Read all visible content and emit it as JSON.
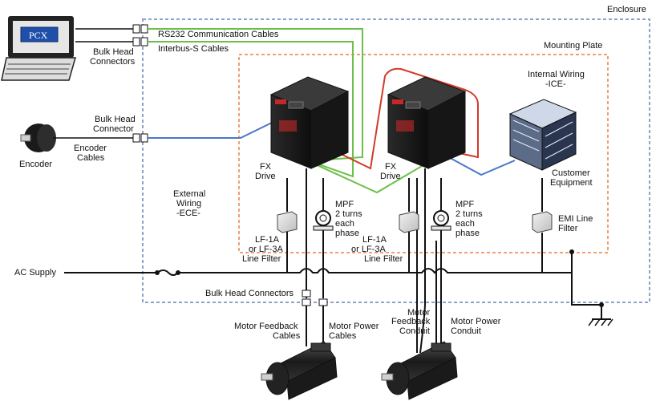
{
  "labels": {
    "enclosure": "Enclosure",
    "mounting_plate": "Mounting Plate",
    "pcx": "PCX",
    "rs232": "RS232 Communication Cables",
    "interbus": "Interbus-S Cables",
    "bulk_head_connectors_top_1": "Bulk Head",
    "bulk_head_connectors_top_2": "Connectors",
    "bulk_head_connector_1": "Bulk Head",
    "bulk_head_connector_2": "Connector",
    "encoder_cables_1": "Encoder",
    "encoder_cables_2": "Cables",
    "encoder": "Encoder",
    "internal_wiring_1": "Internal Wiring",
    "internal_wiring_2": "-ICE-",
    "fx_drive_1": "FX",
    "fx_drive_2": "Drive",
    "customer_equipment_1": "Customer",
    "customer_equipment_2": "Equipment",
    "external_wiring_1": "External",
    "external_wiring_2": "Wiring",
    "external_wiring_3": "-ECE-",
    "mpf_1": "MPF",
    "mpf_2": "2 turns",
    "mpf_3": "each",
    "mpf_4": "phase",
    "line_filter_1": "LF-1A",
    "line_filter_2": "or LF-3A",
    "line_filter_3": "Line Filter",
    "emi_filter_1": "EMI Line",
    "emi_filter_2": "Filter",
    "ac_supply": "AC Supply",
    "bulk_head_connectors_bottom": "Bulk Head Connectors",
    "motor_feedback_cables_1": "Motor Feedback",
    "motor_feedback_cables_2": "Cables",
    "motor_power_cables_1": "Motor Power",
    "motor_power_cables_2": "Cables",
    "motor_feedback_conduit_1": "Motor",
    "motor_feedback_conduit_2": "Feedback",
    "motor_feedback_conduit_3": "Conduit",
    "motor_power_conduit_1": "Motor Power",
    "motor_power_conduit_2": "Conduit"
  },
  "colors": {
    "enclosure_border": "#8fa3c8",
    "mounting_plate_border": "#f0a070",
    "green_cable": "#6cbf4a",
    "red_cable": "#d23a2a",
    "blue_cable": "#4a78c8",
    "black_wire": "#111111"
  }
}
